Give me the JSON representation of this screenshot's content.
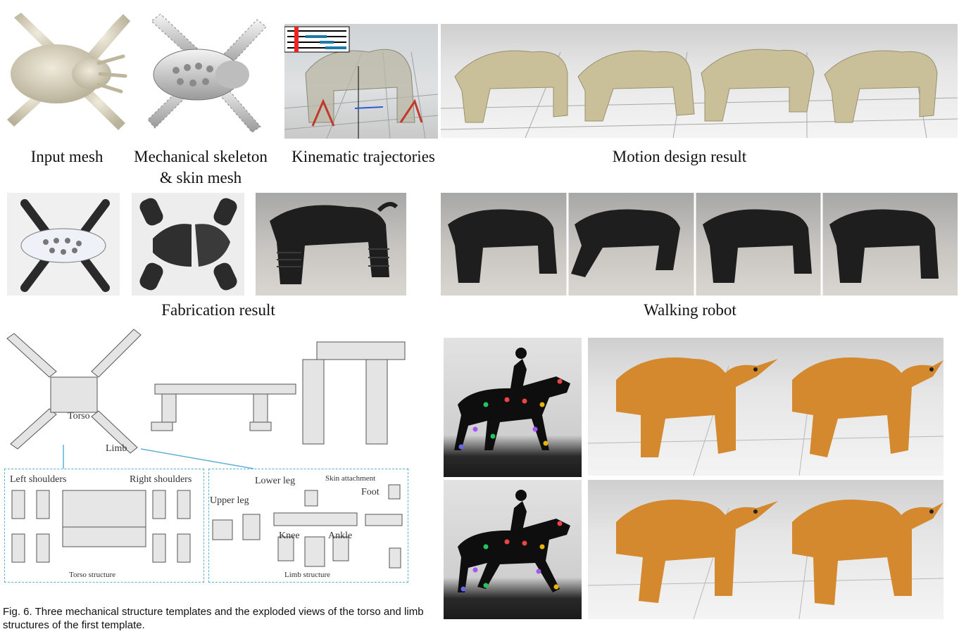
{
  "captions": {
    "input_mesh": "Input mesh",
    "mech_skeleton_line1": "Mechanical skeleton",
    "mech_skeleton_line2": "& skin mesh",
    "kinematic": "Kinematic trajectories",
    "motion_design": "Motion design result",
    "fabrication": "Fabrication result",
    "walking_robot": "Walking robot"
  },
  "exploded": {
    "torso": "Torso",
    "limb": "Limb",
    "left_shoulders": "Left shoulders",
    "right_shoulders": "Right shoulders",
    "lower_leg": "Lower leg",
    "skin_attachment": "Skin attachment",
    "upper_leg": "Upper leg",
    "foot": "Foot",
    "knee": "Knee",
    "ankle": "Ankle",
    "torso_structure": "Torso structure",
    "limb_structure": "Limb structure"
  },
  "figure_caption": "Fig. 6. Three mechanical structure templates and the exploded views of the torso and limb structures of the first template.",
  "colors": {
    "mesh": "#d8d2bd",
    "robot_black": "#1e1e1e",
    "creature_orange": "#d4892e",
    "dashed_blue": "#5fb0d8",
    "traj_red": "#c0392b"
  }
}
